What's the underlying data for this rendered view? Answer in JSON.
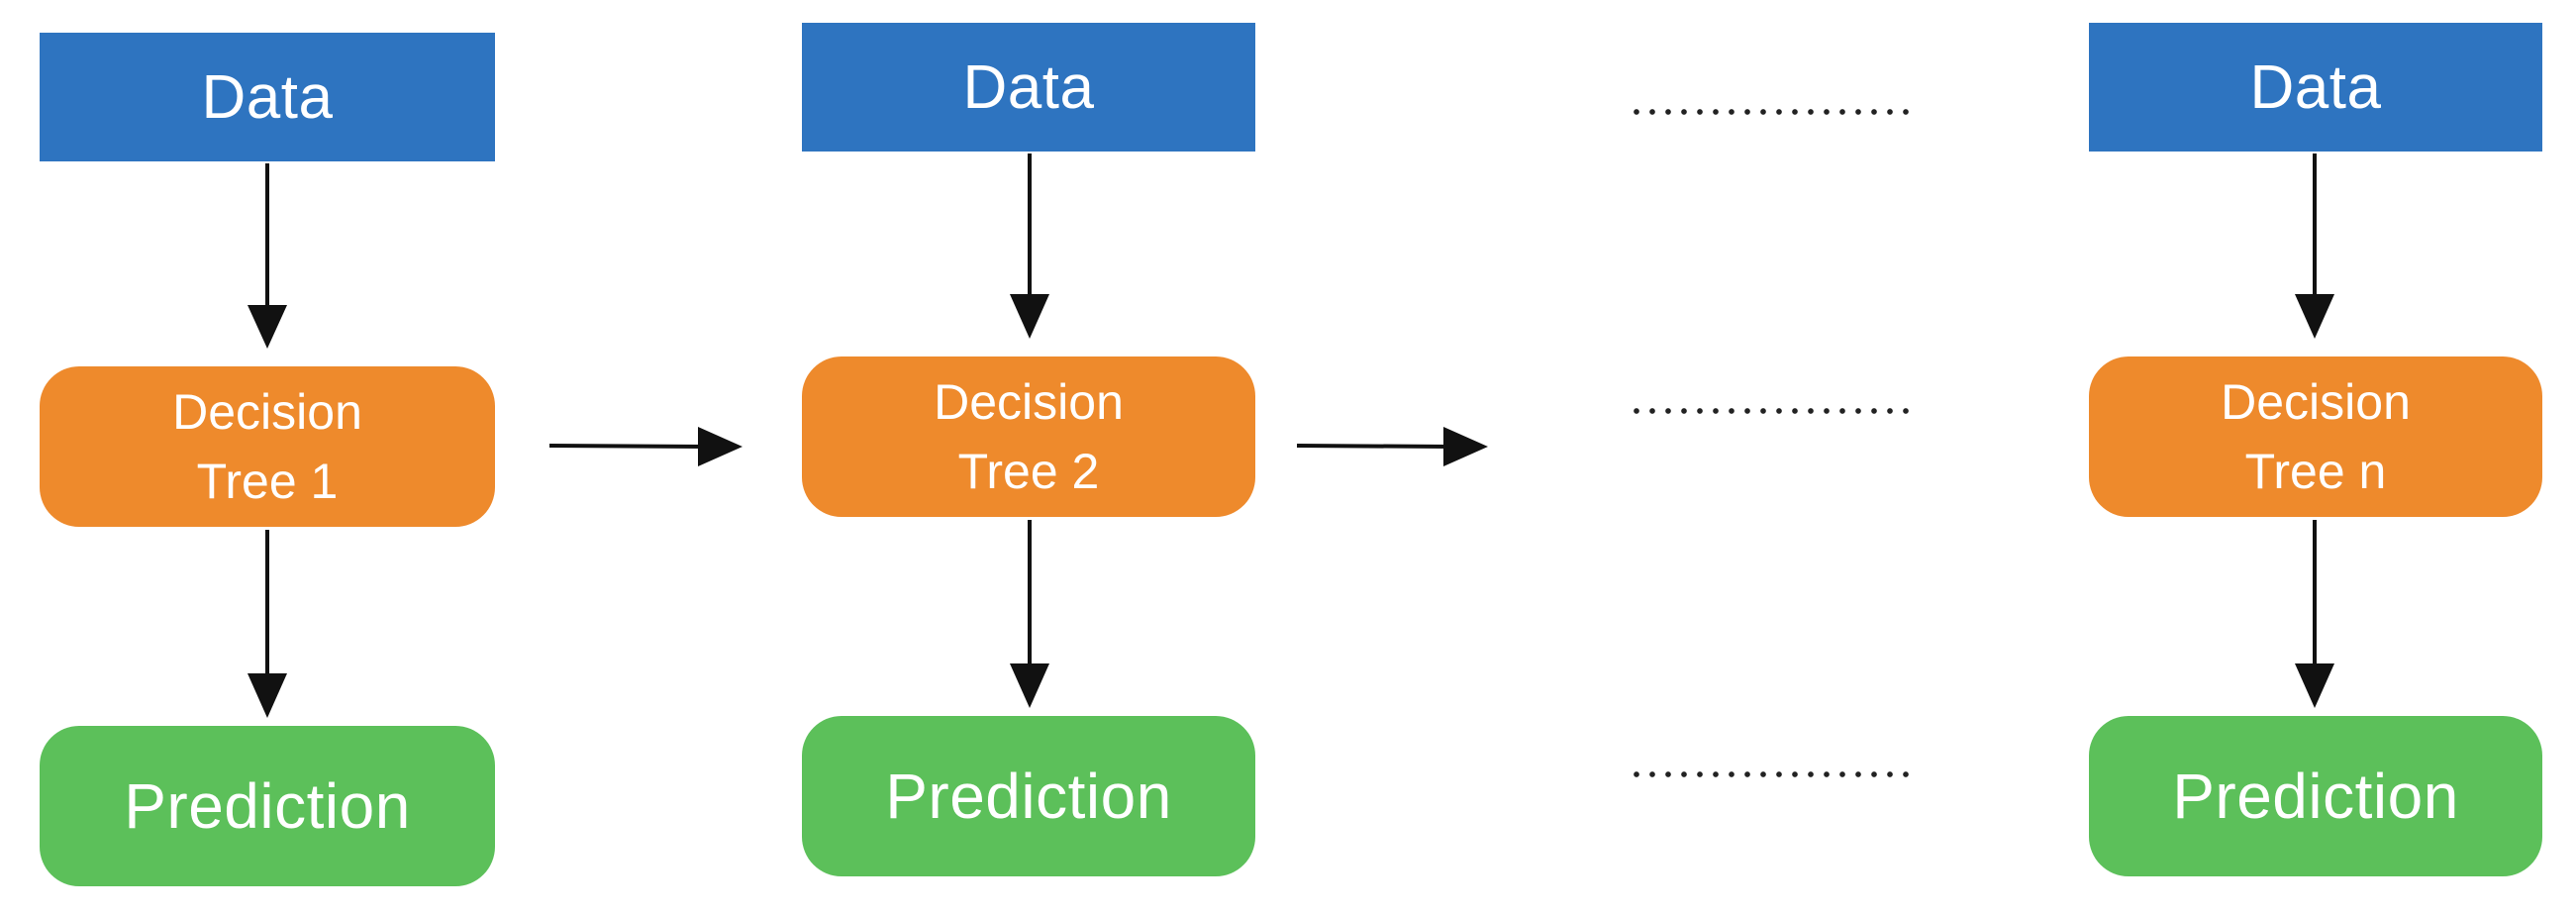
{
  "colors": {
    "data_box": "#2e74c0",
    "tree_box": "#ee8a2c",
    "prediction_box": "#5cc05a",
    "arrow": "#111111",
    "dots": "#222222"
  },
  "columns": [
    {
      "data_label": "Data",
      "tree_line1": "Decision",
      "tree_line2": "Tree 1",
      "prediction_label": "Prediction"
    },
    {
      "data_label": "Data",
      "tree_line1": "Decision",
      "tree_line2": "Tree 2",
      "prediction_label": "Prediction"
    },
    {
      "data_label": "Data",
      "tree_line1": "Decision",
      "tree_line2": "Tree n",
      "prediction_label": "Prediction"
    }
  ],
  "ellipsis_rows": [
    "data",
    "tree",
    "prediction"
  ]
}
